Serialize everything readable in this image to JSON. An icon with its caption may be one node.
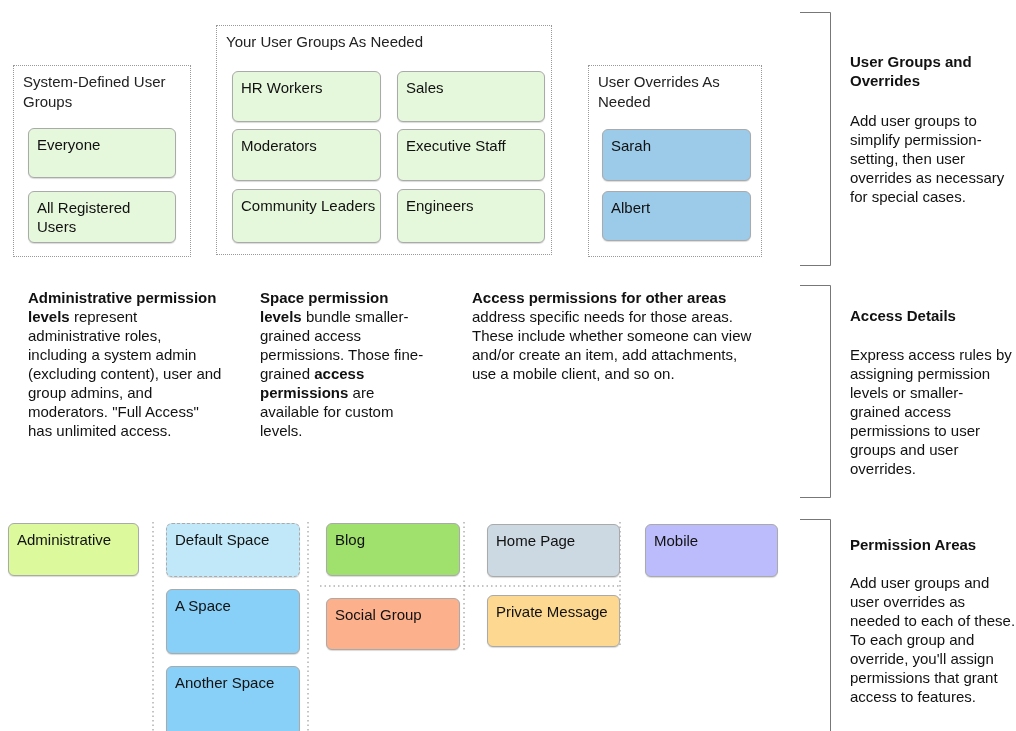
{
  "diagram": {
    "nodes": [
      {
        "text": [
          "System-Defined User Groups"
        ]
      },
      {
        "text": [
          "Everyone"
        ],
        "in": 0
      },
      {
        "text": [
          "All Registered Users"
        ],
        "in": 0
      },
      {
        "text": [
          "Your User Groups As Needed"
        ]
      },
      {
        "text": [
          "HR Workers"
        ],
        "in": 3
      },
      {
        "text": [
          "Sales"
        ],
        "in": 3
      },
      {
        "text": [
          "Moderators"
        ],
        "in": 3
      },
      {
        "text": [
          "Executive Staff"
        ],
        "in": 3
      },
      {
        "text": [
          "Community Leaders"
        ],
        "in": 3
      },
      {
        "text": [
          "Engineers"
        ],
        "in": 3
      },
      {
        "text": [
          "User Overrides As Needed"
        ]
      },
      {
        "text": [
          "Sarah"
        ],
        "in": 10
      },
      {
        "text": [
          "Albert"
        ],
        "in": 10
      },
      {
        "text": [
          "Administrative"
        ]
      },
      {
        "text": [
          "Default Space"
        ]
      },
      {
        "text": [
          "A Space"
        ]
      },
      {
        "text": [
          "Another Space"
        ]
      },
      {
        "text": [
          "Blog"
        ]
      },
      {
        "text": [
          "Social Group"
        ]
      },
      {
        "text": [
          "Home Page"
        ]
      },
      {
        "text": [
          "Private Message"
        ]
      },
      {
        "text": [
          "Mobile"
        ]
      }
    ],
    "labels": [
      "User Groups and Overrides",
      "Add user groups to simplify permission-setting, then user overrides as necessary for special cases.",
      "**Administrative permission levels** represent administrative roles, including a system admin (excluding content), user and group admins, and moderators. \"Full Access\" has unlimited access.",
      "**Space permission levels** bundle smaller-grained access permissions. Those fine-grained **access permissions** are available for custom levels.",
      "**Access permissions for other areas** address specific needs for those areas. These include whether someone can view and/or create an item, add attachments, use a mobile client, and so on.",
      "Access Details",
      "Express access rules by assigning permission levels or smaller-grained access permissions to user groups and user overrides.",
      "Permission Areas",
      "Add user groups and user overrides as needed to each of these. To each group and override, you'll assign permissions that grant access to features."
    ]
  }
}
